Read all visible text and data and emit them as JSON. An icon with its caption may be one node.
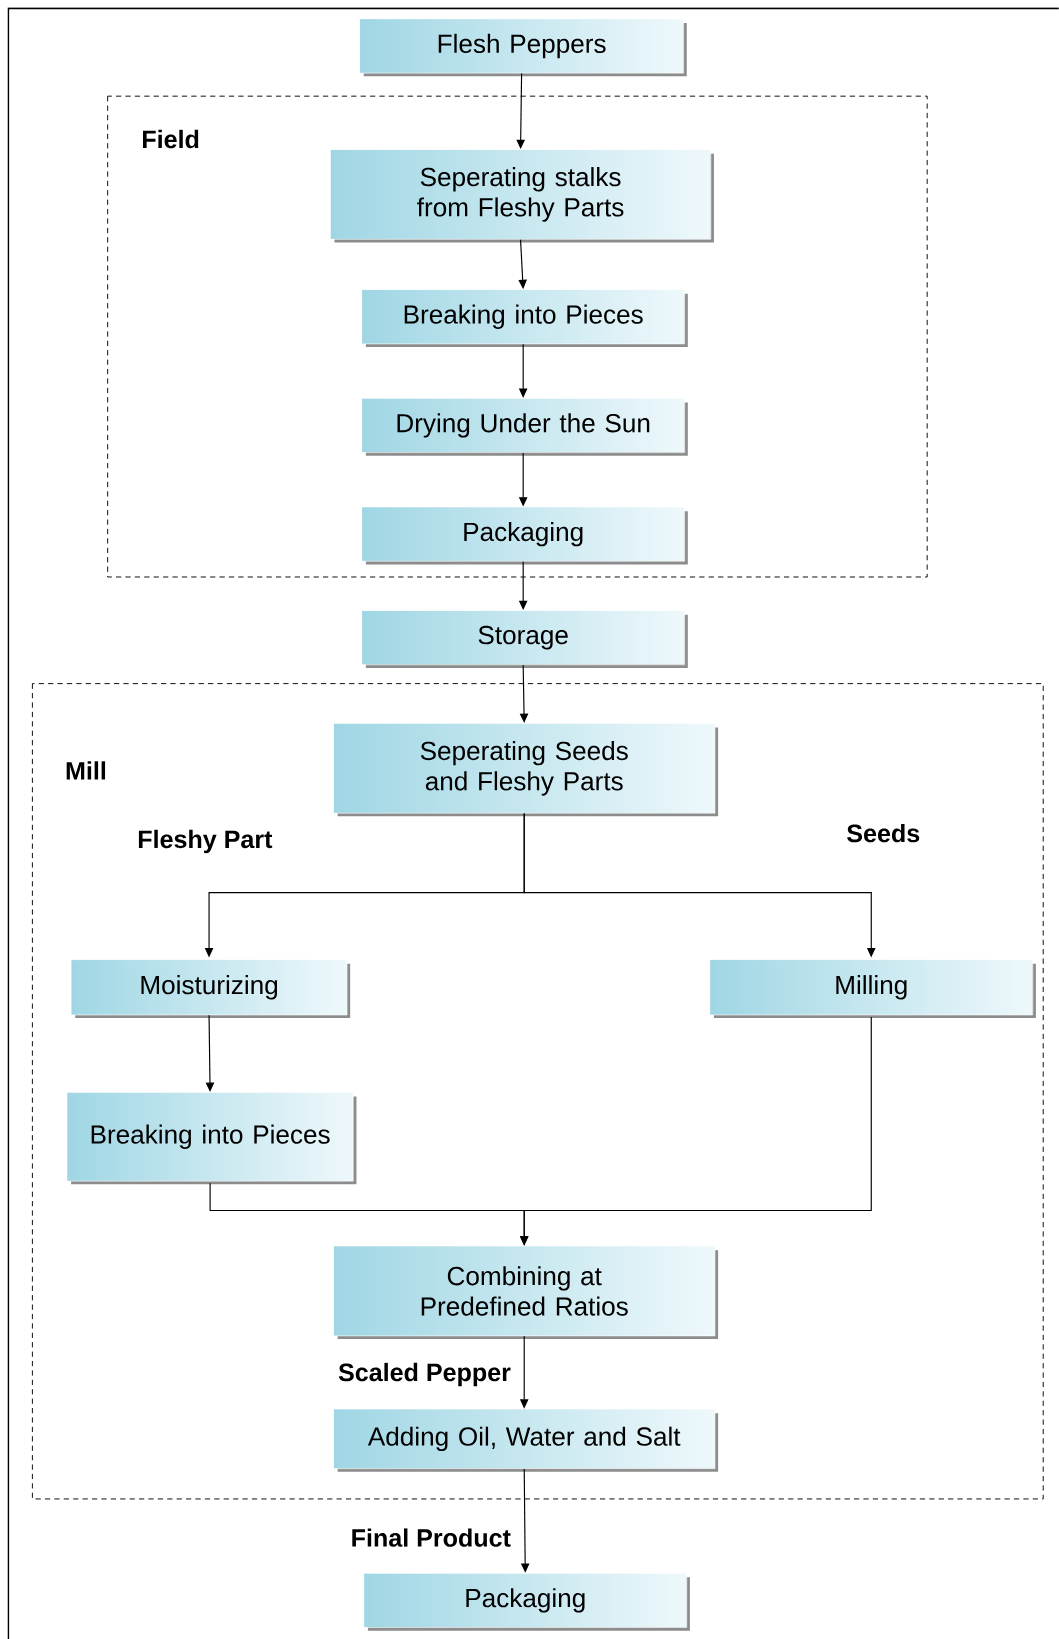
{
  "diagram": {
    "nodes": [
      {
        "text": [
          "Flesh Peppers"
        ]
      },
      {
        "text": [
          "Field"
        ]
      },
      {
        "text": [
          "Seperating stalks from Fleshy Parts"
        ],
        "in": 1
      },
      {
        "text": [
          "Breaking into Pieces"
        ],
        "in": 1
      },
      {
        "text": [
          "Drying Under the Sun"
        ],
        "in": 1
      },
      {
        "text": [
          "Packaging"
        ],
        "in": 1
      },
      {
        "text": [
          "Storage"
        ]
      },
      {
        "text": [
          "Mill"
        ]
      },
      {
        "text": [
          "Seperating Seeds and Fleshy Parts"
        ],
        "in": 7
      },
      {
        "text": [
          "Moisturizing"
        ],
        "in": 7
      },
      {
        "text": [
          "Milling"
        ],
        "in": 7
      },
      {
        "text": [
          "Breaking into Pieces"
        ],
        "in": 7
      },
      {
        "text": [
          "Combining at Predefined Ratios"
        ],
        "in": 7
      },
      {
        "text": [
          "Adding Oil, Water and Salt"
        ],
        "in": 7
      },
      {
        "text": [
          "Packaging"
        ]
      }
    ],
    "edges": [
      {
        "from": 0,
        "to": 2,
        "arrow": "to"
      },
      {
        "from": 2,
        "to": 3,
        "arrow": "to"
      },
      {
        "from": 3,
        "to": 4,
        "arrow": "to"
      },
      {
        "from": 4,
        "to": 5,
        "arrow": "to"
      },
      {
        "from": 5,
        "to": 6,
        "arrow": "to"
      },
      {
        "from": 6,
        "to": 8,
        "arrow": "to"
      },
      {
        "from": 8,
        "to": 9,
        "arrow": "to",
        "label": "Fleshy Part"
      },
      {
        "from": 8,
        "to": 10,
        "arrow": "to",
        "label": "Seeds"
      },
      {
        "from": 9,
        "to": 11,
        "arrow": "to"
      },
      {
        "from": 11,
        "to": 12,
        "arrow": "to"
      },
      {
        "from": 10,
        "to": 12,
        "arrow": "to"
      },
      {
        "from": 12,
        "to": 13,
        "arrow": "to",
        "label": "Scaled Pepper"
      },
      {
        "from": 13,
        "to": 14,
        "arrow": "to",
        "label": "Final Product"
      }
    ]
  }
}
